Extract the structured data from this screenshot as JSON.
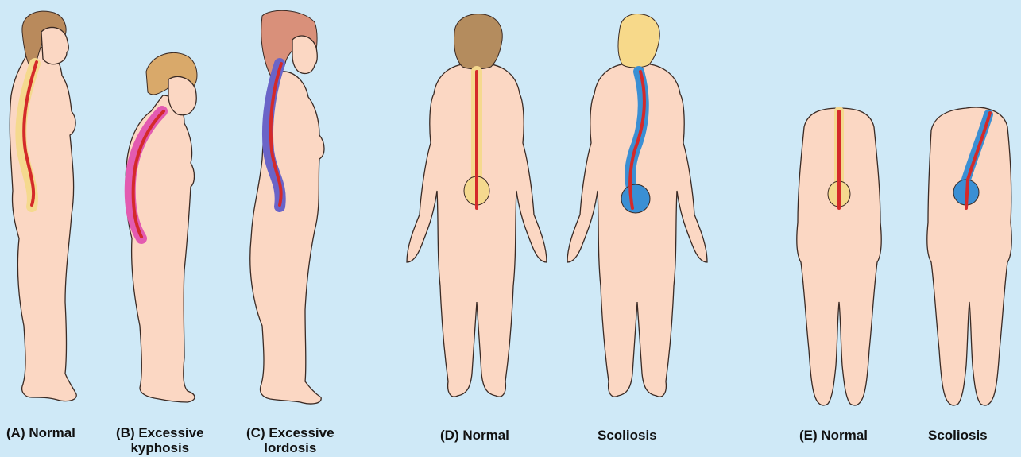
{
  "labels": {
    "a": "(A) Normal",
    "b_line1": "(B) Excessive",
    "b_line2": "kyphosis",
    "c_line1": "(C) Excessive",
    "c_line2": "lordosis",
    "d": "(D) Normal",
    "d_scoliosis": "Scoliosis",
    "e": "(E) Normal",
    "e_scoliosis": "Scoliosis"
  },
  "colors": {
    "background": "#cfe9f7",
    "skin": "#fbd7c3",
    "spinal_cord": "#d42a2a",
    "spine_normal": "#f5d98e",
    "spine_kyphosis": "#e35ab0",
    "spine_lordosis": "#6a64c8",
    "spine_scoliosis": "#3a8fd4"
  }
}
